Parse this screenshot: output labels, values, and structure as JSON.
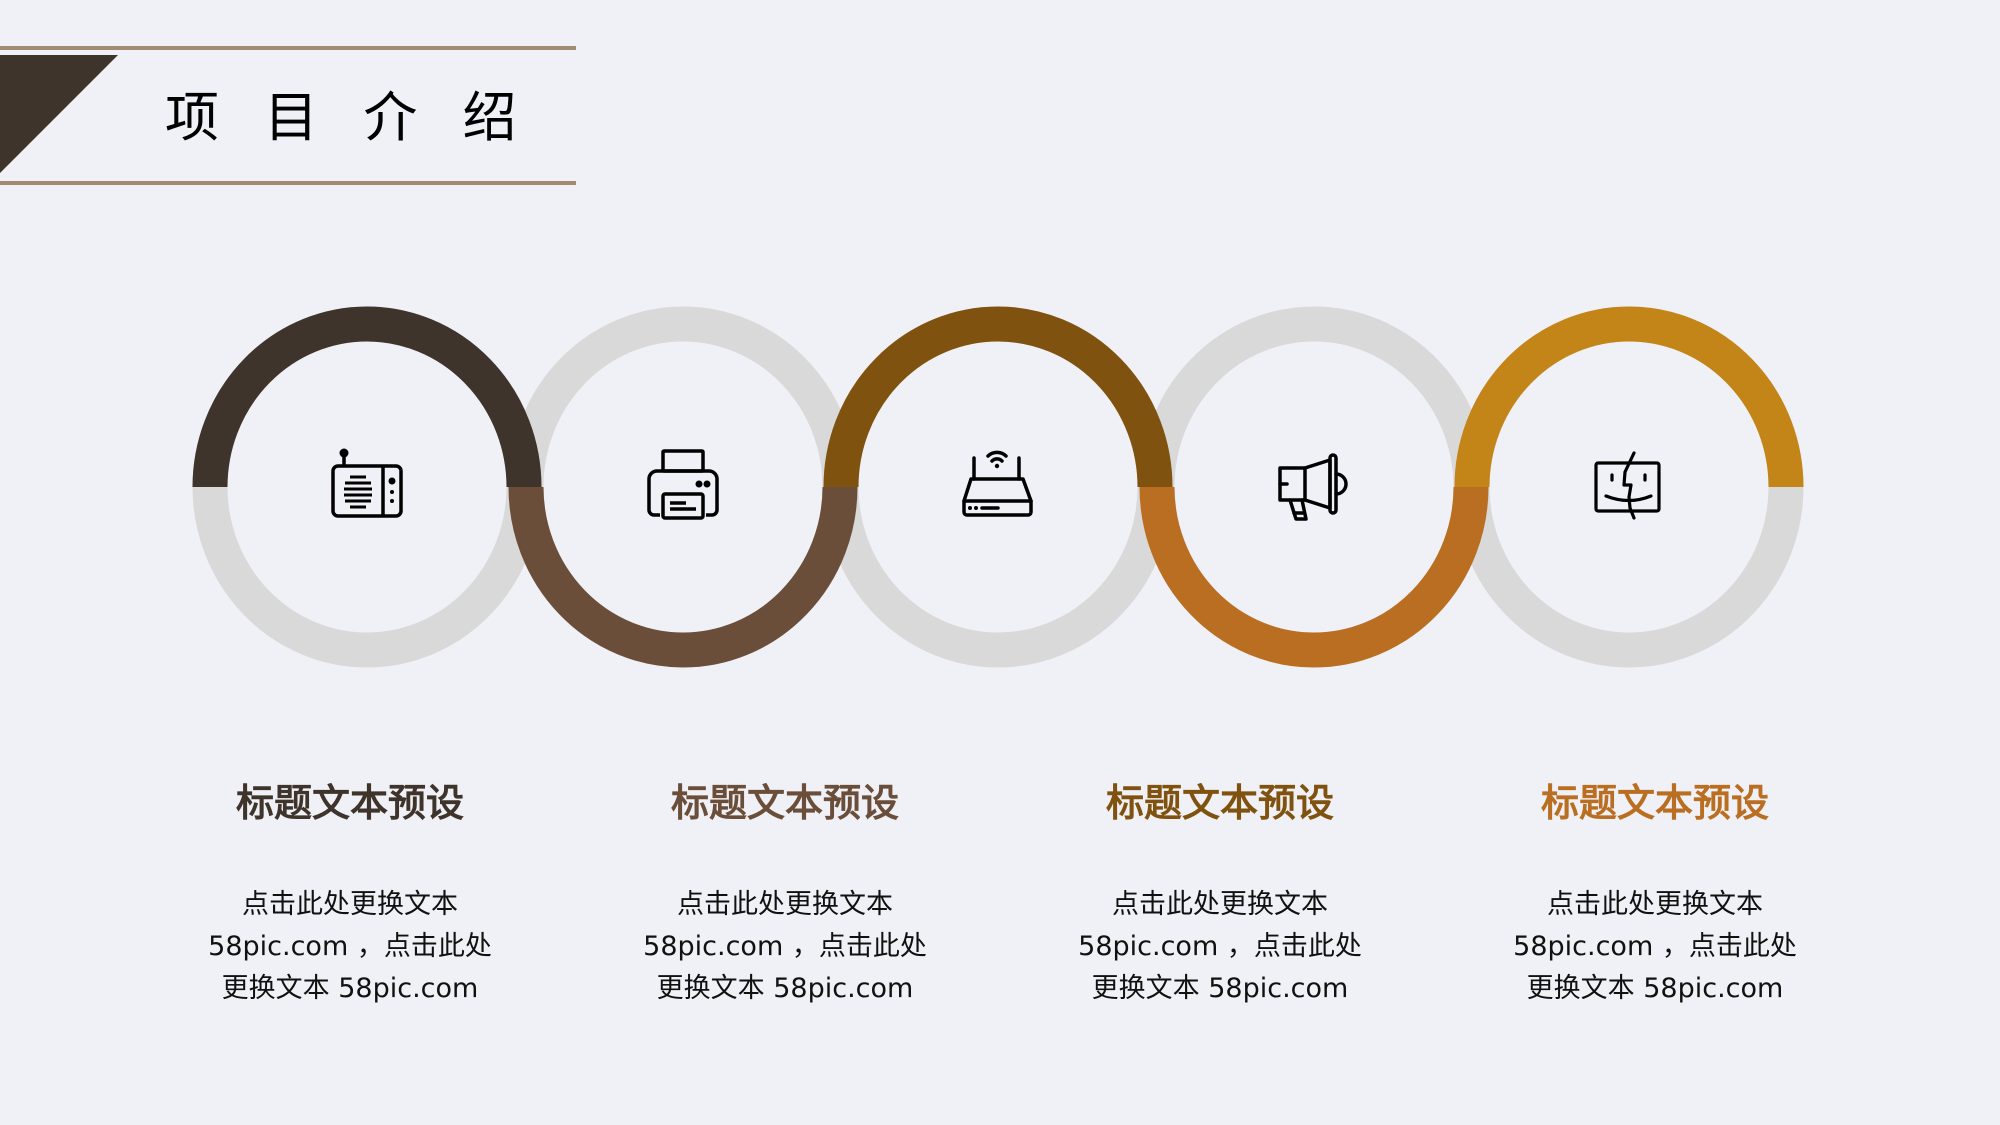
{
  "header": {
    "title": "项 目 介 绍",
    "line_color": "#A38B72",
    "triangle_color": "#3E342B"
  },
  "palette": {
    "background": "#F0F1F6",
    "ring_gray": "#D9D9D9",
    "step_colors": [
      "#3E342B",
      "#6A4E3A",
      "#80520F",
      "#BA6E22",
      "#C48518"
    ]
  },
  "steps": [
    {
      "icon": "radio-icon",
      "arc": "top",
      "color": "#3E342B"
    },
    {
      "icon": "printer-icon",
      "arc": "bottom",
      "color": "#6A4E3A"
    },
    {
      "icon": "router-icon",
      "arc": "top",
      "color": "#80520F"
    },
    {
      "icon": "megaphone-icon",
      "arc": "bottom",
      "color": "#BA6E22"
    },
    {
      "icon": "finder-face-icon",
      "arc": "top",
      "color": "#C48518"
    }
  ],
  "columns": [
    {
      "title": "标题文本预设",
      "color": "#3E342B",
      "body_lines": [
        "点击此处更换文本",
        "58pic.com ，点击此处",
        "更换文本 58pic.com"
      ]
    },
    {
      "title": "标题文本预设",
      "color": "#6A4E3A",
      "body_lines": [
        "点击此处更换文本",
        "58pic.com ，点击此处",
        "更换文本 58pic.com"
      ]
    },
    {
      "title": "标题文本预设",
      "color": "#80520F",
      "body_lines": [
        "点击此处更换文本",
        "58pic.com ，点击此处",
        "更换文本 58pic.com"
      ]
    },
    {
      "title": "标题文本预设",
      "color": "#BA6E22",
      "body_lines": [
        "点击此处更换文本",
        "58pic.com ，点击此处",
        "更换文本 58pic.com"
      ]
    }
  ]
}
